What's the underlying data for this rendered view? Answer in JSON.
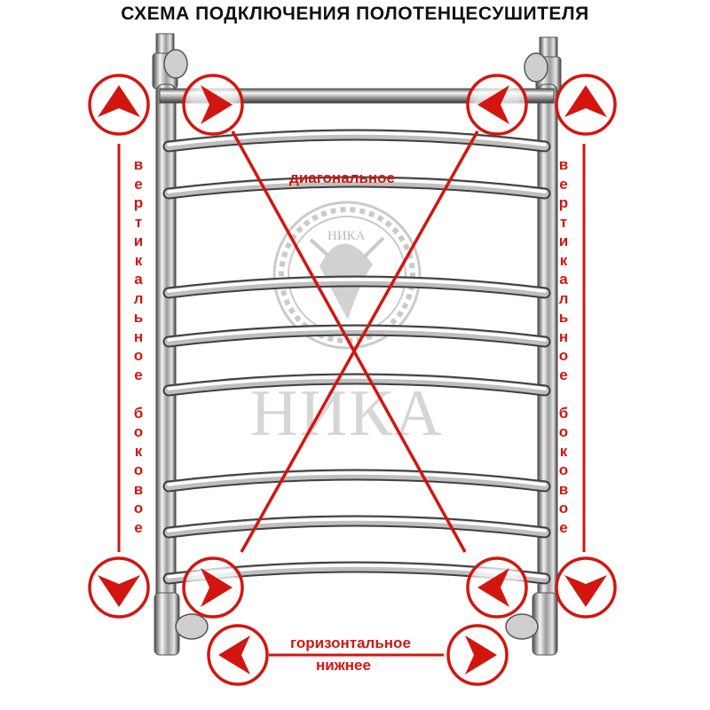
{
  "title": "СХЕМА ПОДКЛЮЧЕНИЯ ПОЛОТЕНЦЕСУШИТЕЛЯ",
  "labels": {
    "diagonal": "диагональное",
    "horizontal": "горизонтальное",
    "bottom": "нижнее",
    "vertical_side_left": [
      "вертикальное",
      "боковое"
    ],
    "vertical_side_right": [
      "вертикальное",
      "боковое"
    ]
  },
  "watermark": {
    "logo_text": "НИКА",
    "large_text": "НИКА"
  },
  "colors": {
    "accent_red": "#d2160f",
    "chrome_dark": "#4a4a4a",
    "chrome_light": "#f2f2f2",
    "watermark_gray": "#9a9a9a"
  },
  "icons": [
    "arrow-up-left-outer-icon",
    "arrow-right-top-left-icon",
    "arrow-left-top-right-icon",
    "arrow-up-right-outer-icon",
    "arrow-down-left-outer-icon",
    "arrow-right-bottom-left-icon",
    "arrow-left-bottom-right-icon",
    "arrow-down-right-outer-icon",
    "arrow-left-bottom-icon",
    "arrow-right-bottom-icon"
  ]
}
